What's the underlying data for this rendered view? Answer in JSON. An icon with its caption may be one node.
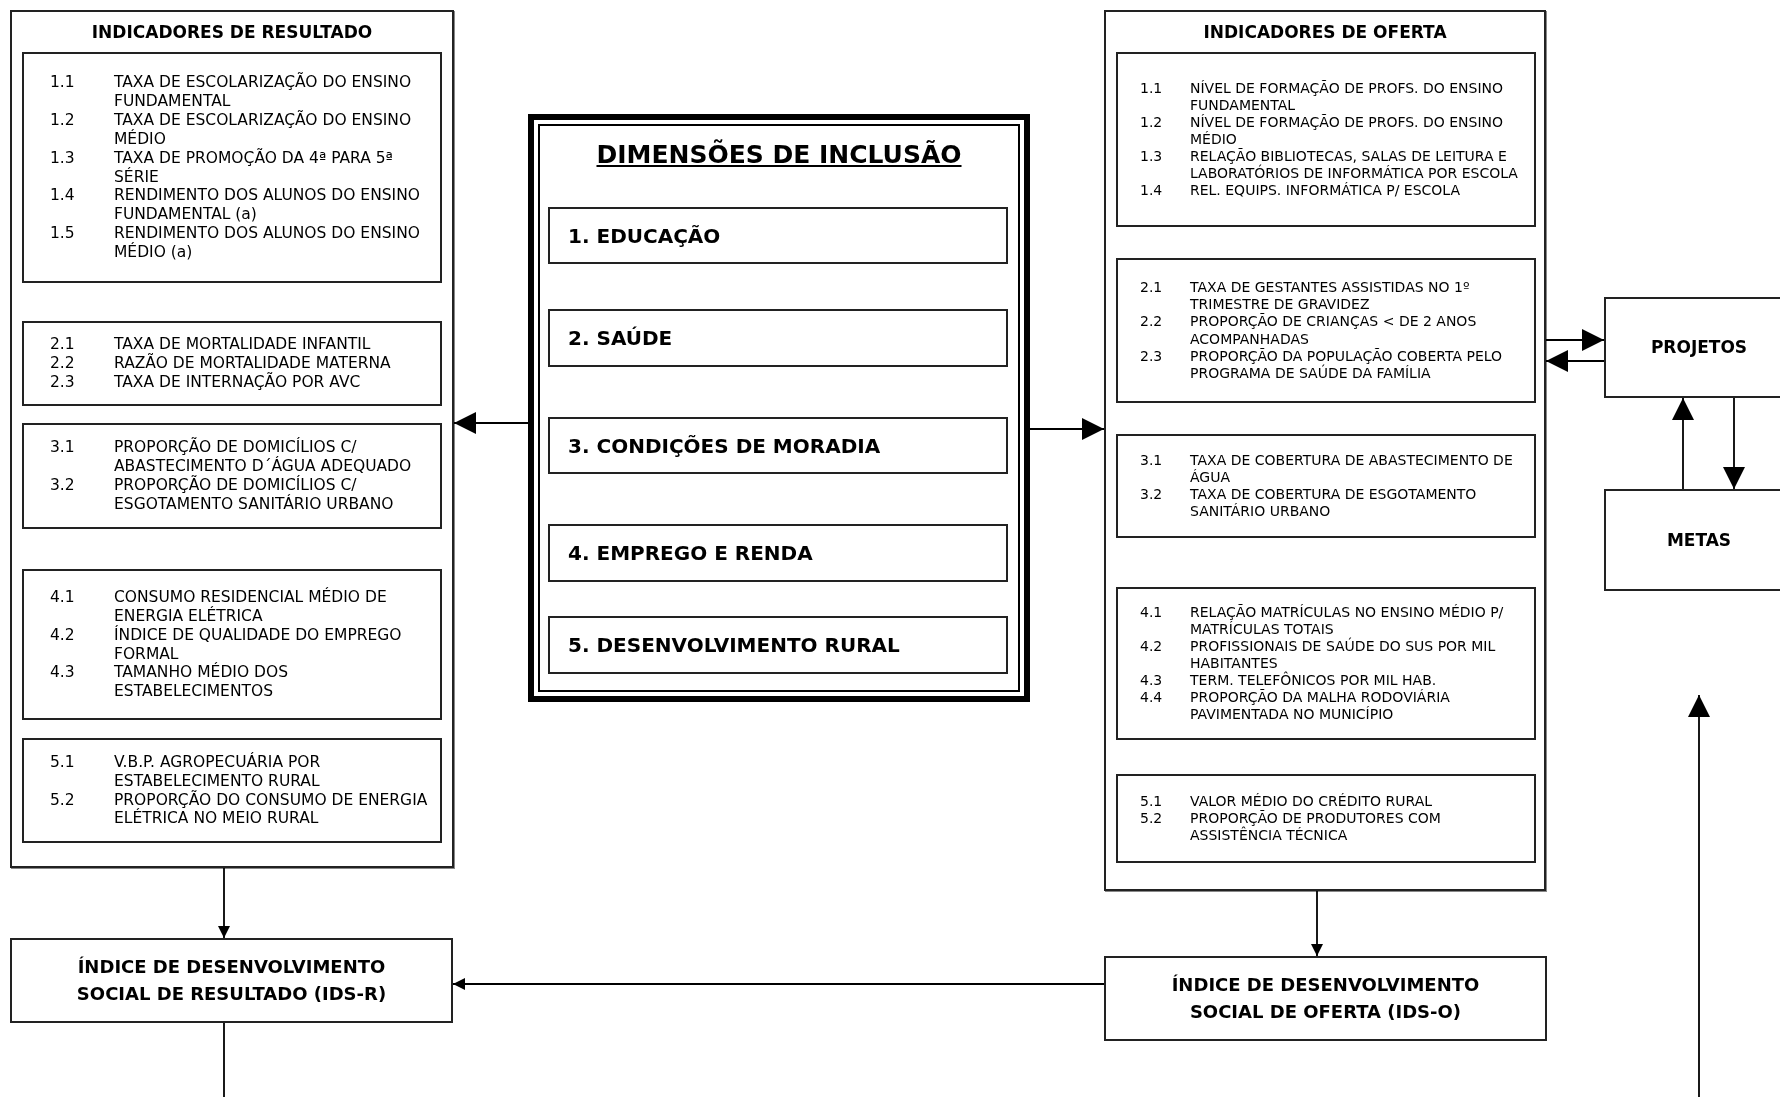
{
  "diagram": {
    "nodes": [
      {
        "text": [
          "INDICADORES DE RESULTADO"
        ]
      },
      {
        "text": [
          "1.1",
          "TAXA DE ESCOLARIZAÇÃO DO ENSINO FUNDAMENTAL",
          "1.2",
          "TAXA DE ESCOLARIZAÇÃO DO ENSINO MÉDIO",
          "1.3",
          "TAXA DE PROMOÇÃO DA 4ª PARA 5ª SÉRIE",
          "1.4",
          "RENDIMENTO DOS ALUNOS DO ENSINO FUNDAMENTAL (a)",
          "1.5",
          "RENDIMENTO DOS ALUNOS DO ENSINO MÉDIO (a)"
        ],
        "in": 0
      },
      {
        "text": [
          "2.1",
          "TAXA DE MORTALIDADE INFANTIL",
          "2.2",
          "RAZÃO DE MORTALIDADE MATERNA",
          "2.3",
          "TAXA DE INTERNAÇÃO POR AVC"
        ],
        "in": 0
      },
      {
        "text": [
          "3.1",
          "PROPORÇÃO DE DOMICÍLIOS C/ ABASTECIMENTO D´ÁGUA ADEQUADO",
          "3.2",
          "PROPORÇÃO DE DOMICÍLIOS C/ ESGOTAMENTO SANITÁRIO URBANO"
        ],
        "in": 0
      },
      {
        "text": [
          "4.1",
          "CONSUMO RESIDENCIAL MÉDIO DE ENERGIA ELÉTRICA",
          "4.2",
          "ÍNDICE DE QUALIDADE DO EMPREGO FORMAL",
          "4.3",
          "TAMANHO MÉDIO DOS ESTABELECIMENTOS"
        ],
        "in": 0
      },
      {
        "text": [
          "5.1",
          "V.B.P. AGROPECUÁRIA POR ESTABELECIMENTO RURAL",
          "5.2",
          "PROPORÇÃO DO CONSUMO DE ENERGIA ELÉTRICA NO MEIO RURAL"
        ],
        "in": 0
      },
      {
        "text": [
          "DIMENSÕES DE INCLUSÃO"
        ]
      },
      {
        "text": [
          "1. EDUCAÇÃO"
        ],
        "in": 6
      },
      {
        "text": [
          "2. SAÚDE"
        ],
        "in": 6
      },
      {
        "text": [
          "3. CONDIÇÕES DE MORADIA"
        ],
        "in": 6
      },
      {
        "text": [
          "4. EMPREGO E RENDA"
        ],
        "in": 6
      },
      {
        "text": [
          "5. DESENVOLVIMENTO RURAL"
        ],
        "in": 6
      },
      {
        "text": [
          "INDICADORES DE OFERTA"
        ]
      },
      {
        "text": [
          "1.1",
          "NÍVEL DE FORMAÇÃO DE  PROFS. DO ENSINO FUNDAMENTAL",
          "1.2",
          "NÍVEL DE FORMAÇÃO DE  PROFS. DO ENSINO MÉDIO",
          "1.3",
          "RELAÇÃO BIBLIOTECAS, SALAS DE LEITURA E LABORATÓRIOS DE INFORMÁTICA POR ESCOLA",
          "1.4",
          "REL. EQUIPS. INFORMÁTICA P/ ESCOLA"
        ],
        "in": 12
      },
      {
        "text": [
          "2.1",
          "TAXA DE GESTANTES ASSISTIDAS NO 1º TRIMESTRE DE GRAVIDEZ",
          "2.2",
          "PROPORÇÃO DE CRIANÇAS < DE 2 ANOS ACOMPANHADAS",
          "2.3",
          "PROPORÇÃO DA POPULAÇÃO COBERTA PELO PROGRAMA DE SAÚDE DA FAMÍLIA"
        ],
        "in": 12
      },
      {
        "text": [
          "3.1",
          "TAXA DE COBERTURA DE ABASTECIMENTO DE ÁGUA",
          "3.2",
          "TAXA DE COBERTURA DE  ESGOTAMENTO SANITÁRIO URBANO"
        ],
        "in": 12
      },
      {
        "text": [
          "4.1",
          "RELAÇÃO MATRÍCULAS NO ENSINO MÉDIO P/ MATRÍCULAS TOTAIS",
          "4.2",
          "PROFISSIONAIS DE SAÚDE DO SUS POR MIL HABITANTES",
          "4.3",
          "TERM. TELEFÔNICOS POR MIL HAB.",
          "4.4",
          "PROPORÇÃO DA MALHA RODOVIÁRIA PAVIMENTADA NO MUNICÍPIO"
        ],
        "in": 12
      },
      {
        "text": [
          "5.1",
          "VALOR MÉDIO DO CRÉDITO RURAL",
          "5.2",
          "PROPORÇÃO DE PRODUTORES COM ASSISTÊNCIA TÉCNICA"
        ],
        "in": 12
      },
      {
        "text": [
          "PROJETOS"
        ]
      },
      {
        "text": [
          "METAS"
        ]
      },
      {
        "text": [
          "ÍNDICE DE DESENVOLVIMENTO SOCIAL DE RESULTADO (IDS-R)"
        ]
      },
      {
        "text": [
          "ÍNDICE DE DESENVOLVIMENTO SOCIAL DE OFERTA (IDS-O)"
        ]
      }
    ],
    "edges": [
      {
        "from": 6,
        "to": 0,
        "arrow": "to"
      },
      {
        "from": 6,
        "to": 12,
        "arrow": "to"
      },
      {
        "from": 12,
        "to": 18,
        "arrow": "to"
      },
      {
        "from": 18,
        "to": 12,
        "arrow": "to"
      },
      {
        "from": 19,
        "to": 18,
        "arrow": "to"
      },
      {
        "from": 18,
        "to": 19,
        "arrow": "to"
      },
      {
        "from": 0,
        "to": 20,
        "arrow": "to"
      },
      {
        "from": 12,
        "to": 21,
        "arrow": "to"
      },
      {
        "from": 21,
        "to": 20,
        "arrow": "to"
      },
      {
        "from": 20,
        "to": null,
        "arrow": "none"
      }
    ]
  }
}
